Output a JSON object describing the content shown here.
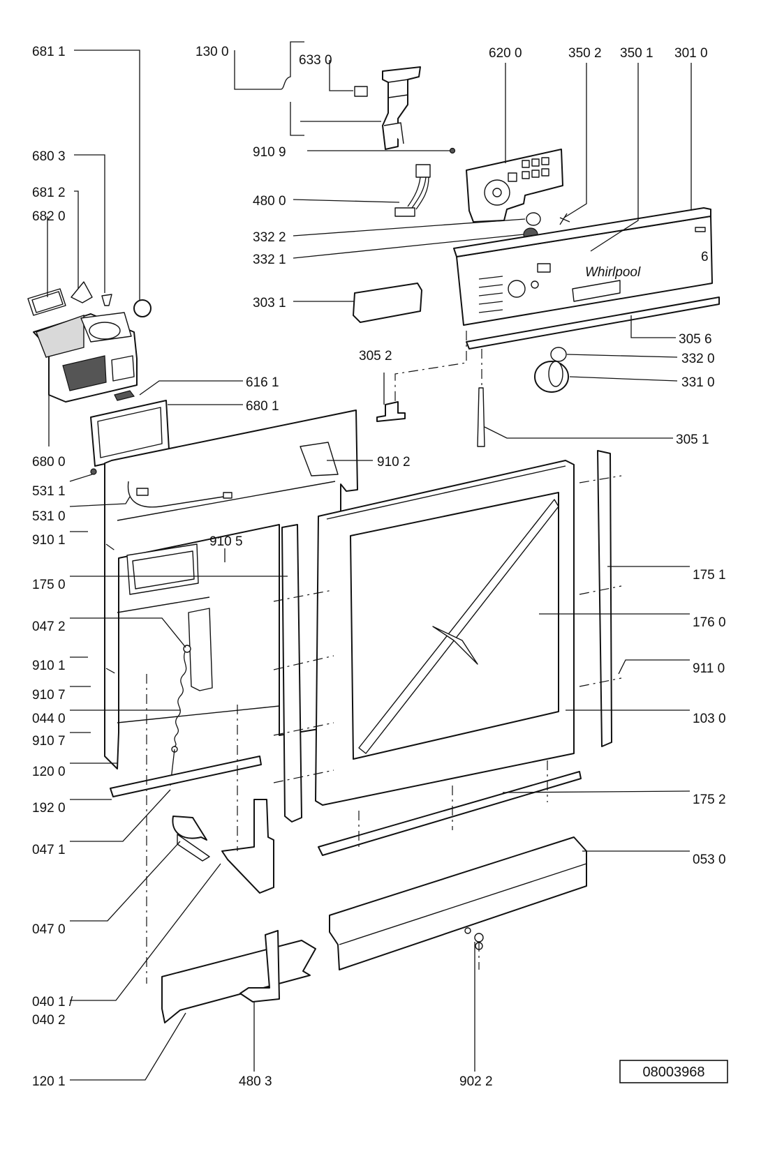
{
  "reference_number": "08003968",
  "callouts": [
    {
      "id": "681-1",
      "text": "681 1"
    },
    {
      "id": "130-0",
      "text": "130 0"
    },
    {
      "id": "633-0",
      "text": "633 0"
    },
    {
      "id": "620-0",
      "text": "620 0"
    },
    {
      "id": "350-2",
      "text": "350 2"
    },
    {
      "id": "350-1",
      "text": "350 1"
    },
    {
      "id": "301-0",
      "text": "301 0"
    },
    {
      "id": "680-3",
      "text": "680 3"
    },
    {
      "id": "910-9",
      "text": "910 9"
    },
    {
      "id": "681-2",
      "text": "681 2"
    },
    {
      "id": "682-0",
      "text": "682 0"
    },
    {
      "id": "480-0",
      "text": "480 0"
    },
    {
      "id": "332-2",
      "text": "332 2"
    },
    {
      "id": "332-1",
      "text": "332 1"
    },
    {
      "id": "303-1",
      "text": "303 1"
    },
    {
      "id": "305-6",
      "text": "305 6"
    },
    {
      "id": "305-2",
      "text": "305 2"
    },
    {
      "id": "332-0",
      "text": "332 0"
    },
    {
      "id": "331-0",
      "text": "331 0"
    },
    {
      "id": "616-1",
      "text": "616 1"
    },
    {
      "id": "680-1",
      "text": "680 1"
    },
    {
      "id": "305-1",
      "text": "305 1"
    },
    {
      "id": "680-0",
      "text": "680 0"
    },
    {
      "id": "910-2",
      "text": "910 2"
    },
    {
      "id": "531-1",
      "text": "531 1"
    },
    {
      "id": "531-0",
      "text": "531 0"
    },
    {
      "id": "910-1a",
      "text": "910 1"
    },
    {
      "id": "910-5",
      "text": "910 5"
    },
    {
      "id": "175-0",
      "text": "175 0"
    },
    {
      "id": "175-1",
      "text": "175 1"
    },
    {
      "id": "047-2",
      "text": "047 2"
    },
    {
      "id": "176-0",
      "text": "176 0"
    },
    {
      "id": "910-1b",
      "text": "910 1"
    },
    {
      "id": "911-0",
      "text": "911 0"
    },
    {
      "id": "910-7a",
      "text": "910 7"
    },
    {
      "id": "044-0",
      "text": "044 0"
    },
    {
      "id": "103-0",
      "text": "103 0"
    },
    {
      "id": "910-7b",
      "text": "910 7"
    },
    {
      "id": "120-0",
      "text": "120 0"
    },
    {
      "id": "175-2",
      "text": "175 2"
    },
    {
      "id": "192-0",
      "text": "192 0"
    },
    {
      "id": "047-1",
      "text": "047 1"
    },
    {
      "id": "053-0",
      "text": "053 0"
    },
    {
      "id": "047-0",
      "text": "047 0"
    },
    {
      "id": "040-1",
      "text": "040 1 /"
    },
    {
      "id": "040-2",
      "text": "040 2"
    },
    {
      "id": "120-1",
      "text": "120 1"
    },
    {
      "id": "480-3",
      "text": "480 3"
    },
    {
      "id": "902-2",
      "text": "902 2"
    }
  ]
}
